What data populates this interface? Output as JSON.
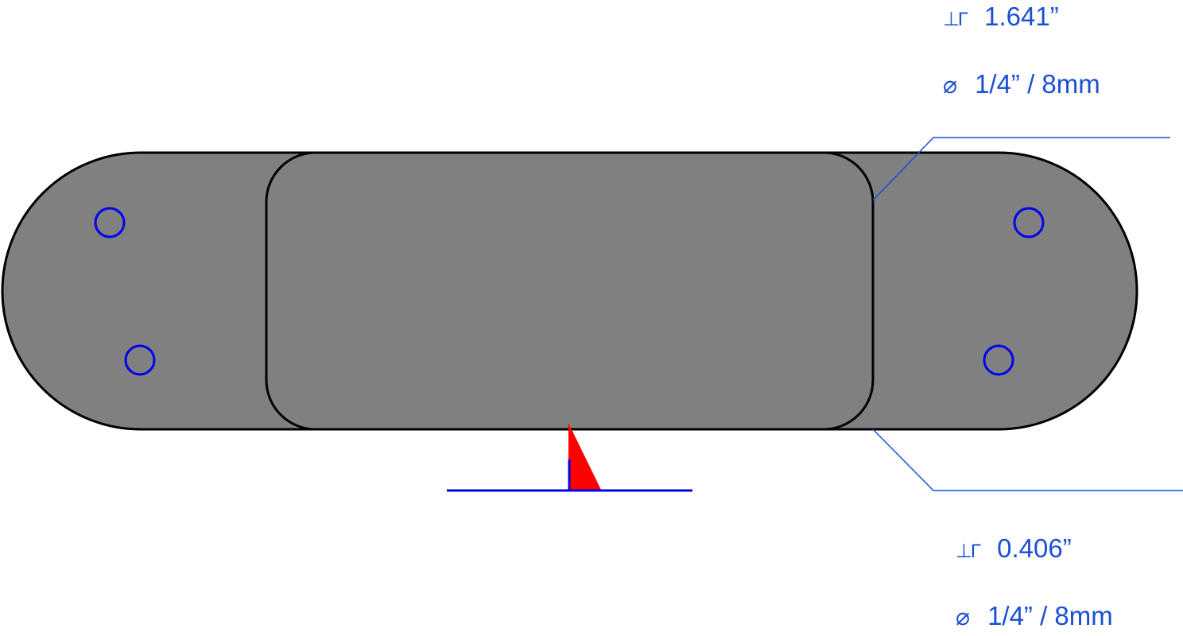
{
  "callout_top": {
    "depth_icon": "depth-icon",
    "depth_value": "1.641”",
    "diameter_icon": "diameter-icon",
    "diameter_symbol": "⌀",
    "diameter_value": "1/4” / 8mm"
  },
  "callout_bottom": {
    "depth_icon": "depth-icon",
    "depth_value": "0.406”",
    "diameter_icon": "diameter-icon",
    "diameter_symbol": "⌀",
    "diameter_value": "1/4” / 8mm"
  },
  "colors": {
    "part_fill": "#808080",
    "outline": "#000000",
    "annotation": "#1a4fd6",
    "hole": "#0000ee",
    "marker": "#ff0000"
  }
}
